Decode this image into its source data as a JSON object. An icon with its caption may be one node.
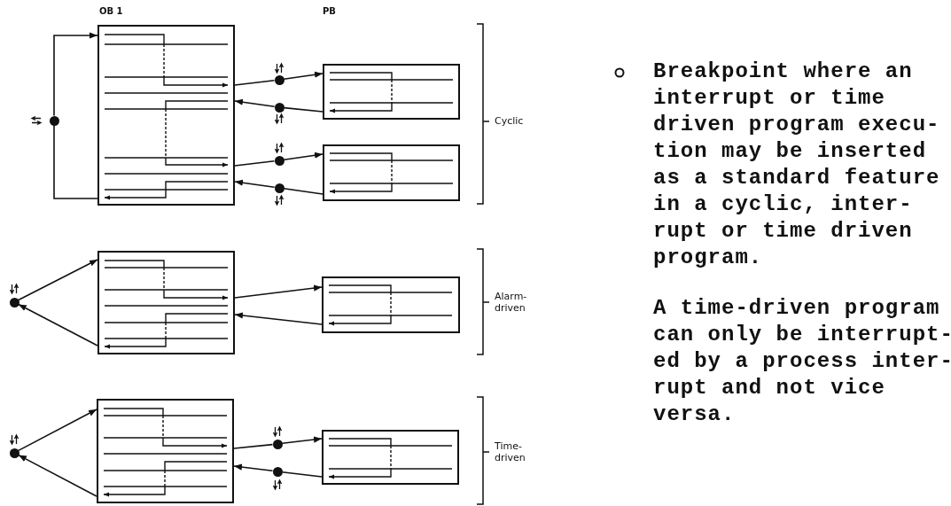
{
  "diagram": {
    "nodes": [
      {
        "text": [],
        "shape": "circle"
      },
      {
        "text": [],
        "shape": "box"
      },
      {
        "text": [],
        "shape": "circle"
      },
      {
        "text": [],
        "shape": "circle"
      },
      {
        "text": [],
        "shape": "circle"
      },
      {
        "text": [],
        "shape": "circle"
      },
      {
        "text": [],
        "shape": "box"
      },
      {
        "text": [],
        "shape": "box"
      },
      {
        "text": [],
        "shape": "circle"
      },
      {
        "text": [],
        "shape": "box"
      },
      {
        "text": [],
        "shape": "box"
      },
      {
        "text": [],
        "shape": "circle"
      },
      {
        "text": [],
        "shape": "box"
      },
      {
        "text": [],
        "shape": "circle"
      },
      {
        "text": [],
        "shape": "circle"
      },
      {
        "text": [],
        "shape": "box"
      }
    ],
    "edges": [
      {
        "from": 0,
        "to": 1,
        "arrow": "to"
      },
      {
        "from": 1,
        "to": 0,
        "arrow": "none"
      },
      {
        "from": 1,
        "to": 2,
        "arrow": "none"
      },
      {
        "from": 2,
        "to": 6,
        "arrow": "to"
      },
      {
        "from": 6,
        "to": 3,
        "arrow": "none"
      },
      {
        "from": 3,
        "to": 1,
        "arrow": "to"
      },
      {
        "from": 1,
        "to": 4,
        "arrow": "none"
      },
      {
        "from": 4,
        "to": 7,
        "arrow": "to"
      },
      {
        "from": 7,
        "to": 5,
        "arrow": "none"
      },
      {
        "from": 5,
        "to": 1,
        "arrow": "to"
      },
      {
        "from": 8,
        "to": 9,
        "arrow": "to"
      },
      {
        "from": 9,
        "to": 8,
        "arrow": "to"
      },
      {
        "from": 9,
        "to": 10,
        "arrow": "to"
      },
      {
        "from": 10,
        "to": 9,
        "arrow": "to"
      },
      {
        "from": 11,
        "to": 12,
        "arrow": "to"
      },
      {
        "from": 12,
        "to": 11,
        "arrow": "to"
      },
      {
        "from": 12,
        "to": 13,
        "arrow": "none"
      },
      {
        "from": 13,
        "to": 15,
        "arrow": "to"
      },
      {
        "from": 15,
        "to": 14,
        "arrow": "none"
      },
      {
        "from": 14,
        "to": 12,
        "arrow": "to"
      }
    ],
    "labels": [
      "OB 1",
      "PB",
      "Cyclic",
      "Alarm- driven",
      "Time- driven",
      "A time-driven program can only be interrupt- ed by a process inter- rupt and not vice versa."
    ],
    "legend": [
      {
        "text": "Breakpoint where an interrupt or time driven program execu- tion may be inserted as a standard feature in a cyclic, inter- rupt or time driven program."
      }
    ]
  }
}
